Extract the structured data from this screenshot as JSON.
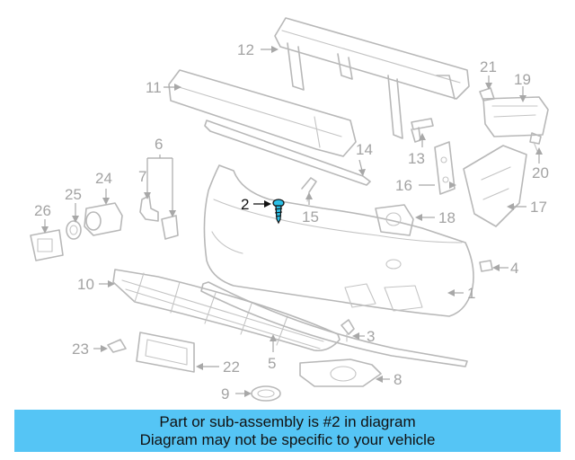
{
  "diagram": {
    "highlight_part": "2",
    "highlight_color": "#2bbfe6",
    "callouts": [
      "1",
      "2",
      "3",
      "4",
      "5",
      "6",
      "7",
      "8",
      "9",
      "10",
      "11",
      "12",
      "13",
      "14",
      "15",
      "16",
      "17",
      "18",
      "19",
      "20",
      "21",
      "22",
      "23",
      "24",
      "25",
      "26"
    ]
  },
  "banner": {
    "line1": "Part or sub-assembly is #2 in diagram",
    "line2": "Diagram may not be specific to your vehicle",
    "background": "#55c5f5"
  }
}
